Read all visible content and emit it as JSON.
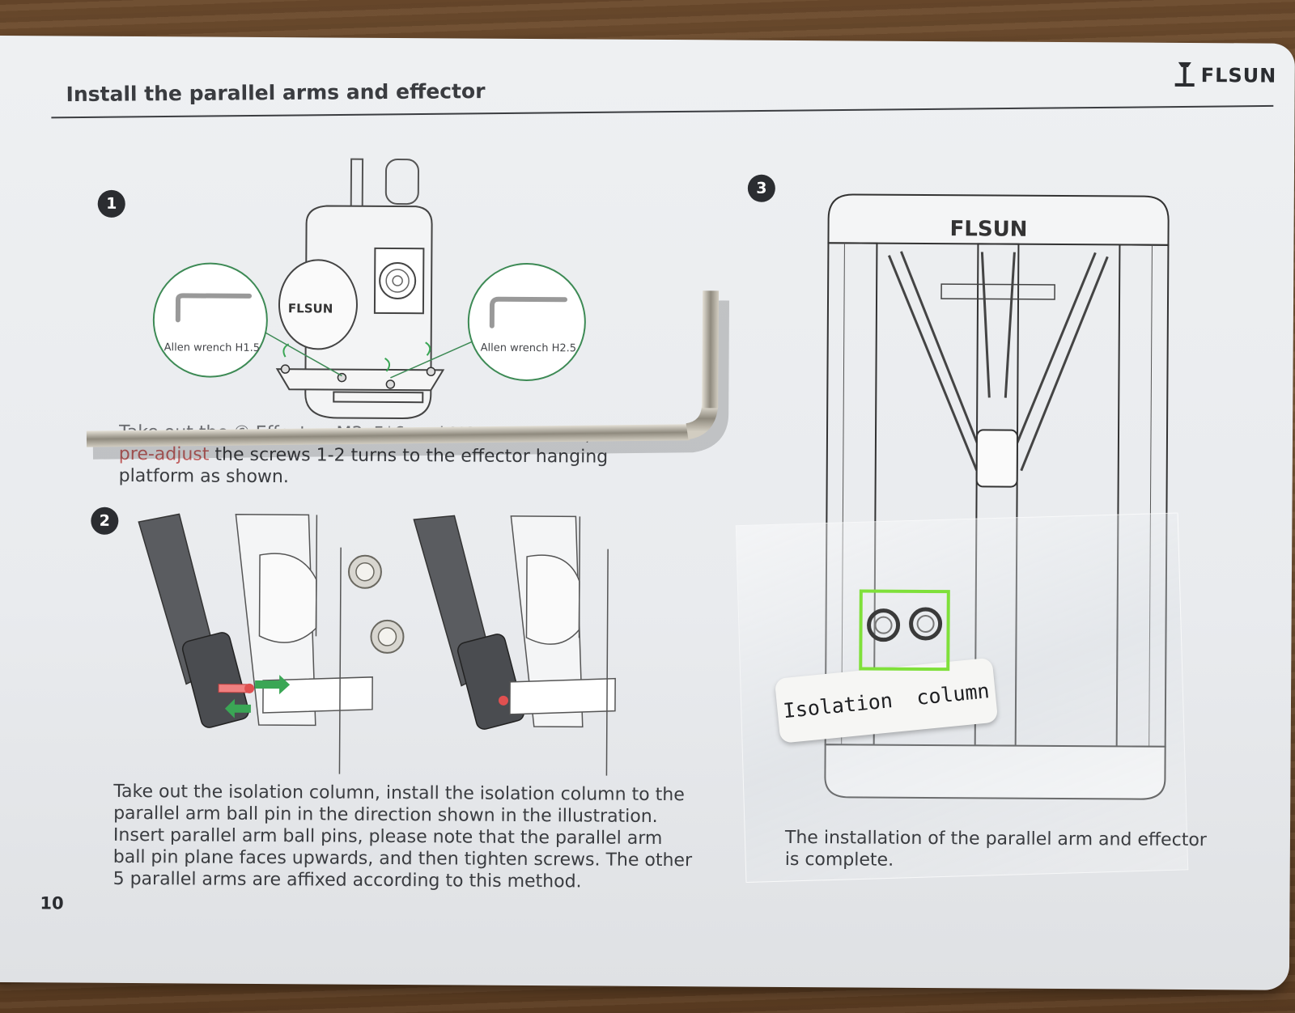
{
  "page": {
    "title": "Install the parallel arms and effector",
    "brand": "FLSUN",
    "page_number": "10"
  },
  "step1": {
    "number": "1",
    "wrench_left_label": "Allen wrench H1.5",
    "wrench_right_label": "Allen wrench H2.5",
    "caption_line1": "Take out the ⑥ Effector, M3x5*6 and M3x3*6 screws, and",
    "caption_line2_red": "pre-adjust",
    "caption_line2_rest": " the screws 1-2 turns to the effector hanging",
    "caption_line3": "platform as shown."
  },
  "step2": {
    "number": "2",
    "caption_lines": [
      "Take out the isolation column, install the isolation column to the",
      "parallel arm ball pin in the direction shown in the illustration.",
      "Insert parallel arm ball pins, please note that the parallel arm",
      "ball pin plane faces upwards, and then tighten screws. The other",
      "5 parallel arms are affixed according to this method."
    ]
  },
  "step3": {
    "number": "3",
    "printer_brand": "FLSUN",
    "caption_line1": "The installation of the parallel arm and effector",
    "caption_line2": "is complete."
  },
  "bag_label": {
    "word1": "Isolation",
    "word2": "column"
  },
  "colors": {
    "highlight": "#7fe03a",
    "circle_outline": "#3d8a55",
    "arrow_green": "#3aa655",
    "pin_red": "#e05050"
  }
}
